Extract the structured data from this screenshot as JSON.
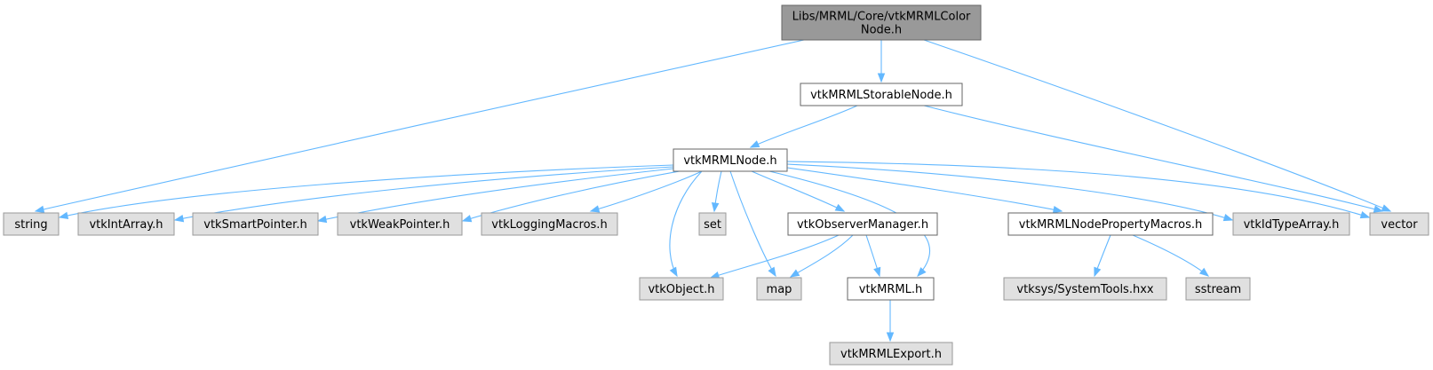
{
  "colors": {
    "root_fill": "#999999",
    "root_stroke": "#666666",
    "local_fill": "#ffffff",
    "local_stroke": "#666666",
    "external_fill": "#e0e0e0",
    "external_stroke": "#999999",
    "edge": "#63b8ff"
  },
  "nodes": [
    {
      "id": "root",
      "lines": [
        "Libs/MRML/Core/vtkMRMLColor",
        "Node.h"
      ],
      "kind": "root"
    },
    {
      "id": "storable",
      "lines": [
        "vtkMRMLStorableNode.h"
      ],
      "kind": "local"
    },
    {
      "id": "mrmlnode",
      "lines": [
        "vtkMRMLNode.h"
      ],
      "kind": "local"
    },
    {
      "id": "string",
      "lines": [
        "string"
      ],
      "kind": "external"
    },
    {
      "id": "intarray",
      "lines": [
        "vtkIntArray.h"
      ],
      "kind": "external"
    },
    {
      "id": "smartptr",
      "lines": [
        "vtkSmartPointer.h"
      ],
      "kind": "external"
    },
    {
      "id": "weakptr",
      "lines": [
        "vtkWeakPointer.h"
      ],
      "kind": "external"
    },
    {
      "id": "logging",
      "lines": [
        "vtkLoggingMacros.h"
      ],
      "kind": "external"
    },
    {
      "id": "set",
      "lines": [
        "set"
      ],
      "kind": "external"
    },
    {
      "id": "observer",
      "lines": [
        "vtkObserverManager.h"
      ],
      "kind": "local"
    },
    {
      "id": "propmacros",
      "lines": [
        "vtkMRMLNodePropertyMacros.h"
      ],
      "kind": "local"
    },
    {
      "id": "idtype",
      "lines": [
        "vtkIdTypeArray.h"
      ],
      "kind": "external"
    },
    {
      "id": "vector",
      "lines": [
        "vector"
      ],
      "kind": "external"
    },
    {
      "id": "object",
      "lines": [
        "vtkObject.h"
      ],
      "kind": "external"
    },
    {
      "id": "map",
      "lines": [
        "map"
      ],
      "kind": "external"
    },
    {
      "id": "mrml",
      "lines": [
        "vtkMRML.h"
      ],
      "kind": "local"
    },
    {
      "id": "systools",
      "lines": [
        "vtksys/SystemTools.hxx"
      ],
      "kind": "external"
    },
    {
      "id": "sstream",
      "lines": [
        "sstream"
      ],
      "kind": "external"
    },
    {
      "id": "export",
      "lines": [
        "vtkMRMLExport.h"
      ],
      "kind": "external"
    }
  ],
  "edges": [
    {
      "from": "root",
      "to": "storable"
    },
    {
      "from": "root",
      "to": "string"
    },
    {
      "from": "root",
      "to": "vector"
    },
    {
      "from": "storable",
      "to": "mrmlnode"
    },
    {
      "from": "storable",
      "to": "vector"
    },
    {
      "from": "mrmlnode",
      "to": "string"
    },
    {
      "from": "mrmlnode",
      "to": "intarray"
    },
    {
      "from": "mrmlnode",
      "to": "smartptr"
    },
    {
      "from": "mrmlnode",
      "to": "weakptr"
    },
    {
      "from": "mrmlnode",
      "to": "logging"
    },
    {
      "from": "mrmlnode",
      "to": "set"
    },
    {
      "from": "mrmlnode",
      "to": "observer"
    },
    {
      "from": "mrmlnode",
      "to": "propmacros"
    },
    {
      "from": "mrmlnode",
      "to": "idtype"
    },
    {
      "from": "mrmlnode",
      "to": "vector"
    },
    {
      "from": "mrmlnode",
      "to": "object"
    },
    {
      "from": "mrmlnode",
      "to": "map"
    },
    {
      "from": "mrmlnode",
      "to": "mrml"
    },
    {
      "from": "observer",
      "to": "object"
    },
    {
      "from": "observer",
      "to": "map"
    },
    {
      "from": "observer",
      "to": "mrml"
    },
    {
      "from": "propmacros",
      "to": "systools"
    },
    {
      "from": "propmacros",
      "to": "sstream"
    },
    {
      "from": "mrml",
      "to": "export"
    }
  ]
}
